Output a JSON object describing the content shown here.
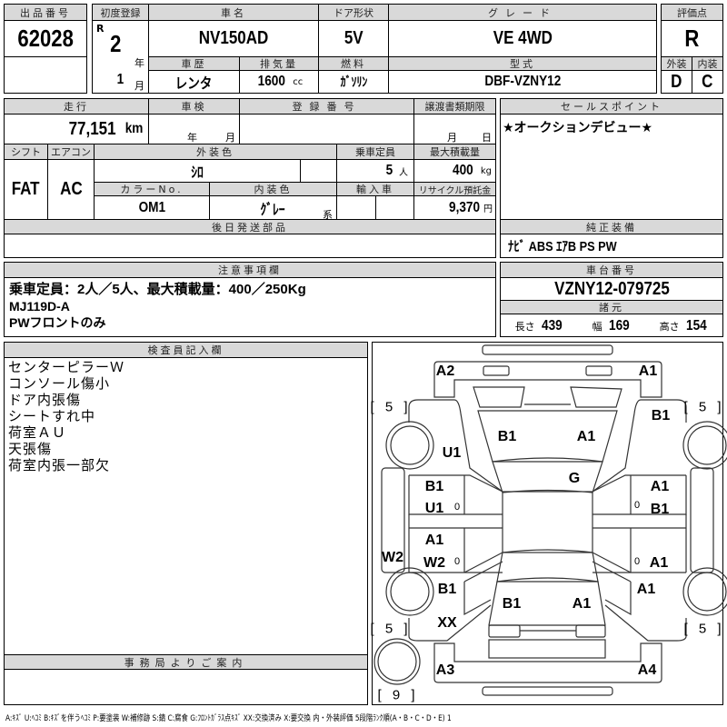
{
  "lot": {
    "label": "出品番号",
    "value": "62028"
  },
  "first_reg": {
    "label": "初度登録",
    "era": "R",
    "year": "2",
    "year_unit": "年",
    "month": "1",
    "month_unit": "月"
  },
  "car_name": {
    "label": "車名",
    "value": "NV150AD"
  },
  "door": {
    "label": "ドア形状",
    "value": "5V"
  },
  "grade": {
    "label": "グレード",
    "value": "VE 4WD"
  },
  "history": {
    "label": "車歴",
    "value": "レンタ"
  },
  "displacement": {
    "label": "排気量",
    "value": "1600",
    "unit": "cc"
  },
  "fuel": {
    "label": "燃料",
    "value": "ｶﾞｿﾘﾝ"
  },
  "model": {
    "label": "型式",
    "value": "DBF-VZNY12"
  },
  "score": {
    "label": "評価点",
    "value": "R",
    "ext_label": "外装",
    "ext": "D",
    "int_label": "内装",
    "int": "C"
  },
  "mileage": {
    "label": "走行",
    "value": "77,151",
    "unit": "km"
  },
  "inspection": {
    "label": "車検",
    "year_unit": "年",
    "month_unit": "月"
  },
  "reg_number": {
    "label": "登録番号"
  },
  "transfer": {
    "label": "譲渡書類期限",
    "month_unit": "月",
    "day_unit": "日"
  },
  "shift": {
    "label": "シフト",
    "value": "FAT"
  },
  "aircon": {
    "label": "エアコン",
    "value": "AC"
  },
  "ext_color": {
    "label": "外装色",
    "value": "ｼﾛ"
  },
  "capacity": {
    "label": "乗車定員",
    "value": "5",
    "unit": "人"
  },
  "max_load": {
    "label": "最大積載量",
    "value": "400",
    "unit": "kg"
  },
  "color_no": {
    "label": "カラーNo.",
    "value": "OM1"
  },
  "int_color": {
    "label": "内装色",
    "value": "ｸﾞﾚｰ",
    "unit": "系"
  },
  "import": {
    "label": "輸入車"
  },
  "recycle": {
    "label": "リサイクル預託金",
    "value": "9,370",
    "unit": "円"
  },
  "later_parts": {
    "label": "後日発送部品"
  },
  "sales_point": {
    "label": "セールスポイント",
    "value": "★オークションデビュー★"
  },
  "equipment": {
    "label": "純正装備",
    "value": "ﾅﾋﾞ ABS ｴｱB PS PW"
  },
  "notes": {
    "label": "注意事項欄",
    "lines": [
      "乗車定員：2人／5人、最大積載量：400／250Kg",
      "MJ119D-A",
      "PWフロントのみ"
    ]
  },
  "chassis": {
    "label": "車台番号",
    "value": "VZNY12-079725"
  },
  "specs": {
    "label": "諸元",
    "length_label": "長さ",
    "length": "439",
    "width_label": "幅",
    "width": "169",
    "height_label": "高さ",
    "height": "154"
  },
  "inspector": {
    "label": "検査員記入欄",
    "text": "センターピラーＷ\nコンソール傷小\nドア内張傷\nシートすれ中\n荷室ＡＵ\n天張傷\n荷室内張一部欠"
  },
  "office": {
    "label": "事務局よりご案内"
  },
  "diagram": {
    "marks": [
      "A2",
      "A1",
      "[ 5 ]",
      "[ 5 ]",
      "B1",
      "B1",
      "A1",
      "U1",
      "G",
      "B1",
      "U1",
      "0",
      "0",
      "A1",
      "B1",
      "A1",
      "W2",
      "W2",
      "0",
      "0",
      "A1",
      "B1",
      "A1",
      "B1",
      "A1",
      "XX",
      "[ 5 ]",
      "[ 5 ]",
      "A3",
      "A4",
      "[ 9 ]"
    ]
  },
  "legend": "A:ｷｽﾞ U:ﾍｺﾐ B:ｷｽﾞを伴うﾍｺﾐ P:要塗装 W:補修跡 S:錆 C:腐食 G:ﾌﾛﾝﾄｶﾞﾗｽ点ｷｽﾞ XX:交換済み X:要交換 内・外装評価 5段階ﾗﾝｸ順(A・B・C・D・E) 1"
}
